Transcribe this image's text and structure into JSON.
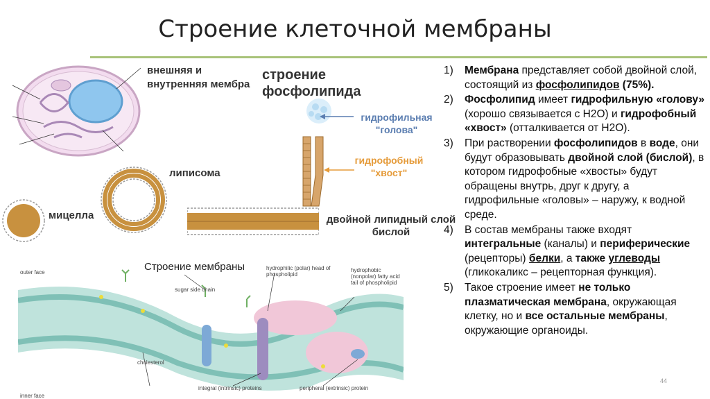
{
  "title": "Строение клеточной мембраны",
  "labels": {
    "outer_inner_membrane": "внешняя и внутренняя мембра",
    "phospholipid_structure": "строение фосфолипида",
    "hydrophilic_head": "гидрофильная \"голова\"",
    "hydrophobic_tail": "гидрофобный \"хвост\"",
    "liposome": "липисома",
    "micelle": "мицелла",
    "lipid_bilayer": "двойной липидный слой бислой",
    "membrane_structure": "Строение мембраны",
    "outer_face": "outer face",
    "inner_face": "inner face",
    "sugar_side_chain": "sugar side chain",
    "hydrophilic_polar_head": "hydrophilic (polar) head of phospholipid",
    "hydrophobic_tail_en": "hydrophobic (nonpolar) fatty acid tail of phospholipid",
    "cholesterol": "cholesterol",
    "integral_proteins": "integral (intrinsic) proteins",
    "peripheral_proteins": "peripheral (extrinsic) protein"
  },
  "list": [
    {
      "num": "1)",
      "parts": [
        [
          "b",
          "Мембрана"
        ],
        [
          "t",
          " представляет собой двойной слой, состоящий из "
        ],
        [
          "bu",
          "фосфолипидов"
        ],
        [
          "b",
          " (75%)."
        ]
      ]
    },
    {
      "num": "2)",
      "parts": [
        [
          "b",
          "Фосфолипид"
        ],
        [
          "t",
          " имеет "
        ],
        [
          "b",
          "гидрофильную «голову»"
        ],
        [
          "t",
          " (хорошо связывается с Н2О) и "
        ],
        [
          "b",
          "гидрофобный «хвост»"
        ],
        [
          "t",
          " (отталкивается от Н2О)."
        ]
      ]
    },
    {
      "num": "3)",
      "parts": [
        [
          "t",
          "При растворении "
        ],
        [
          "b",
          "фосфолипидов"
        ],
        [
          "t",
          " в "
        ],
        [
          "b",
          "воде"
        ],
        [
          "t",
          ", они будут образовывать "
        ],
        [
          "b",
          "двойной слой (бислой)"
        ],
        [
          "t",
          ", в котором гидрофобные «хвосты» будут обращены внутрь, друг к другу, а гидрофильные «головы» – наружу, к водной среде."
        ]
      ]
    },
    {
      "num": "4)",
      "parts": [
        [
          "t",
          "В состав мембраны также входят "
        ],
        [
          "b",
          "интегральные"
        ],
        [
          "t",
          " (каналы) и "
        ],
        [
          "b",
          "периферические"
        ],
        [
          "t",
          " (рецепторы) "
        ],
        [
          "bu",
          "белки"
        ],
        [
          "t",
          ", а "
        ],
        [
          "b",
          "также "
        ],
        [
          "bu",
          "углеводы"
        ],
        [
          "t",
          " (гликокаликс – рецепторная функция)."
        ]
      ]
    },
    {
      "num": "5)",
      "parts": [
        [
          "t",
          "Такое строение имеет "
        ],
        [
          "b",
          "не только плазматическая мембрана"
        ],
        [
          "t",
          ", окружающая клетку, но и "
        ],
        [
          "b",
          "все остальные мембраны"
        ],
        [
          "t",
          ", окружающие органоиды."
        ]
      ]
    }
  ],
  "page_number": "44",
  "colors": {
    "accent_rule": "#a9c37a",
    "head_blue": "#5a7db0",
    "tail_orange": "#e59b3a"
  }
}
